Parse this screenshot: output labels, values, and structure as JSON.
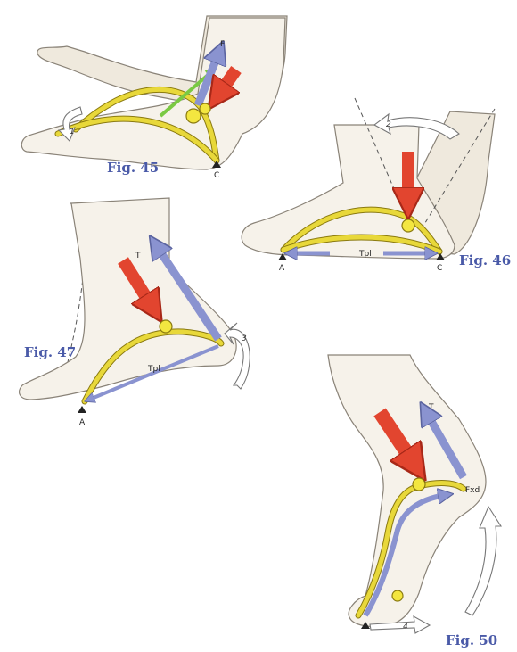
{
  "figures": {
    "fig45": {
      "label": "Fig. 45",
      "force": "F",
      "point": "C",
      "rotation": "1"
    },
    "fig46": {
      "label": "Fig. 46",
      "tension": "Tpl",
      "point_a": "A",
      "point_c": "C",
      "rotation": "2"
    },
    "fig47": {
      "label": "Fig. 47",
      "tendon": "T",
      "tension": "Tpl",
      "point_a": "A",
      "rotation": "3"
    },
    "fig50": {
      "label": "Fig. 50",
      "tendon": "T",
      "force": "Fxd",
      "rotation": "4"
    }
  },
  "colors": {
    "force_red": "#e2452f",
    "tendon_blue": "#8a93d0",
    "arch_yellow": "#f3e640",
    "shaft_green": "#7ac943",
    "label_blue": "#4a5aa8"
  }
}
